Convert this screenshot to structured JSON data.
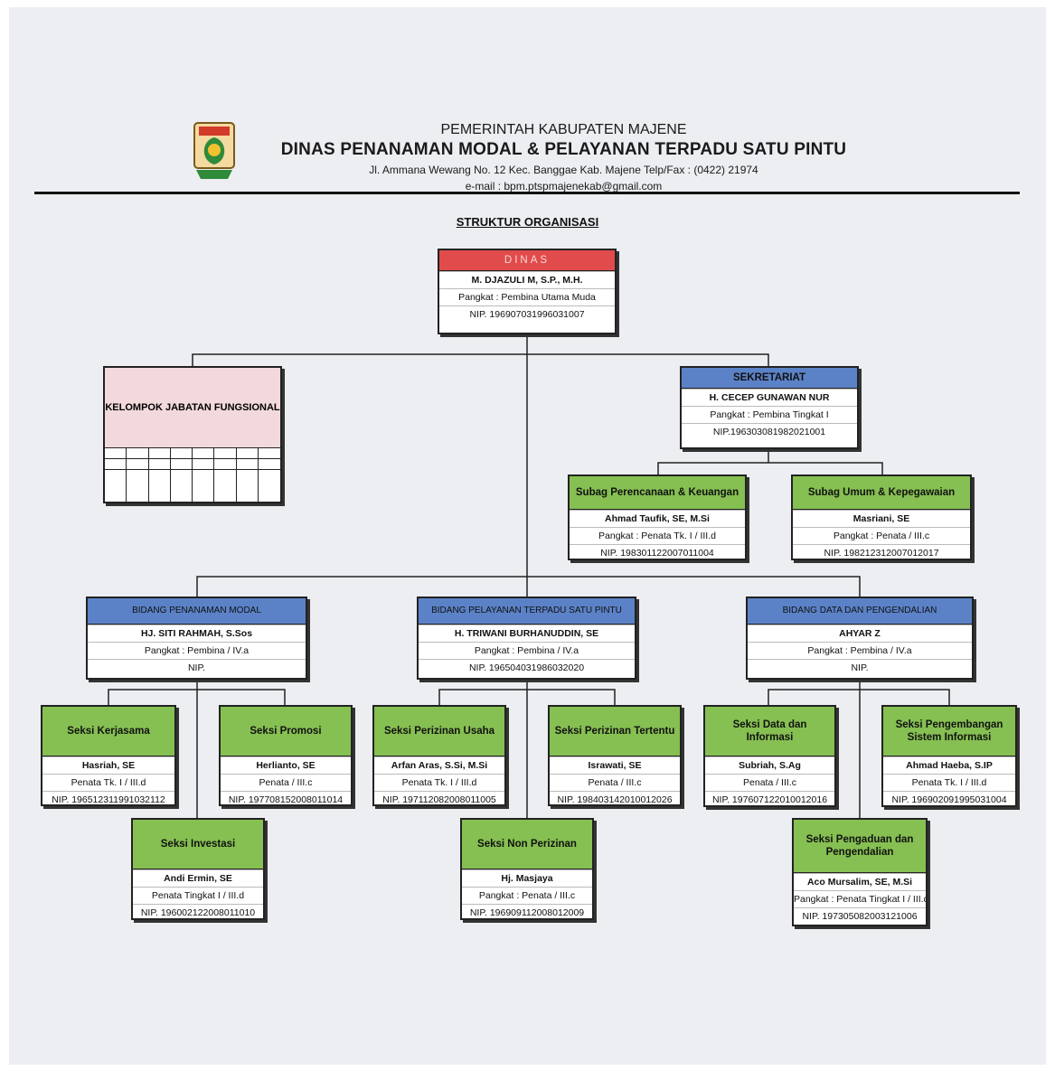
{
  "header": {
    "line1": "PEMERINTAH KABUPATEN MAJENE",
    "line2": "DINAS PENANAMAN MODAL & PELAYANAN TERPADU SATU PINTU",
    "line3": "Jl. Ammana Wewang No. 12 Kec. Banggae Kab. Majene Telp/Fax : (0422) 21974",
    "line4": "e-mail : bpm.ptspmajenekab@gmail.com"
  },
  "title": "STRUKTUR ORGANISASI",
  "kelompok": "KELOMPOK JABATAN FUNGSIONAL",
  "boxes": {
    "dinas": {
      "head": "DINAS",
      "name": "M. DJAZULI M, S.P., M.H.",
      "rank": "Pangkat : Pembina Utama Muda",
      "nip": "NIP. 196907031996031007"
    },
    "sekretariat": {
      "head": "SEKRETARIAT",
      "name": "H. CECEP GUNAWAN NUR",
      "rank": "Pangkat : Pembina Tingkat I",
      "nip": "NIP.196303081982021001"
    },
    "subag_pk": {
      "head": "Subag Perencanaan & Keuangan",
      "name": "Ahmad Taufik, SE, M.Si",
      "rank": "Pangkat : Penata Tk. I / III.d",
      "nip": "NIP. 198301122007011004"
    },
    "subag_uk": {
      "head": "Subag Umum & Kepegawaian",
      "name": "Masriani, SE",
      "rank": "Pangkat : Penata / III.c",
      "nip": "NIP. 198212312007012017"
    },
    "bidang_pm": {
      "head": "BIDANG PENANAMAN MODAL",
      "name": "HJ. SITI RAHMAH, S.Sos",
      "rank": "Pangkat : Pembina / IV.a",
      "nip": "NIP."
    },
    "bidang_ptsp": {
      "head": "BIDANG PELAYANAN TERPADU SATU PINTU",
      "name": "H. TRIWANI BURHANUDDIN, SE",
      "rank": "Pangkat : Pembina / IV.a",
      "nip": "NIP. 196504031986032020"
    },
    "bidang_dp": {
      "head": "BIDANG DATA DAN PENGENDALIAN",
      "name": "AHYAR Z",
      "rank": "Pangkat : Pembina / IV.a",
      "nip": "NIP."
    },
    "seksi_kerjasama": {
      "head": "Seksi Kerjasama",
      "name": "Hasriah, SE",
      "rank": "Penata Tk. I / III.d",
      "nip": "NIP. 196512311991032112"
    },
    "seksi_promosi": {
      "head": "Seksi Promosi",
      "name": "Herlianto, SE",
      "rank": "Penata / III.c",
      "nip": "NIP. 197708152008011014"
    },
    "seksi_investasi": {
      "head": "Seksi Investasi",
      "name": "Andi Ermin, SE",
      "rank": "Penata Tingkat I / III.d",
      "nip": "NIP. 196002122008011010"
    },
    "seksi_perizinan_usaha": {
      "head": "Seksi Perizinan Usaha",
      "name": "Arfan Aras, S.Si, M.Si",
      "rank": "Penata Tk. I / III.d",
      "nip": "NIP. 197112082008011005"
    },
    "seksi_perizinan_tertentu": {
      "head": "Seksi Perizinan Tertentu",
      "name": "Israwati, SE",
      "rank": "Penata / III.c",
      "nip": "NIP. 198403142010012026"
    },
    "seksi_non_perizinan": {
      "head": "Seksi Non Perizinan",
      "name": "Hj. Masjaya",
      "rank": "Pangkat : Penata / III.c",
      "nip": "NIP. 196909112008012009"
    },
    "seksi_data": {
      "head": "Seksi Data dan Informasi",
      "name": "Subriah, S.Ag",
      "rank": "Penata / III.c",
      "nip": "NIP. 197607122010012016"
    },
    "seksi_psi": {
      "head": "Seksi Pengembangan Sistem Informasi",
      "name": "Ahmad Haeba, S.IP",
      "rank": "Penata Tk. I / III.d",
      "nip": "NIP. 196902091995031004"
    },
    "seksi_pengaduan": {
      "head": "Seksi Pengaduan dan Pengendalian",
      "name": "Aco Mursalim, SE, M.Si",
      "rank": "Pangkat : Penata Tingkat I / III.d",
      "nip": "NIP. 197305082003121006"
    }
  },
  "colors": {
    "red": "#e24b4b",
    "blue": "#5b82c7",
    "green": "#86bf52",
    "pink": "#f2d9db"
  },
  "icons": {
    "logo": "majene-regency-emblem"
  }
}
